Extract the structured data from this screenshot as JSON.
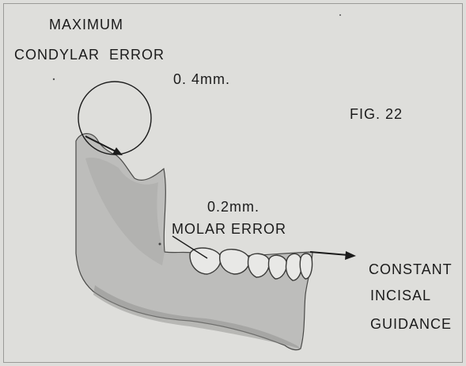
{
  "figure": {
    "fig_label": "FIG. 22",
    "condylar": {
      "line1": "MAXIMUM",
      "line2": "CONDYLAR  ERROR",
      "value": "0. 4mm."
    },
    "molar": {
      "value": "0.2mm.",
      "label": "MOLAR ERROR"
    },
    "incisal": {
      "line1": "CONSTANT",
      "line2": "INCISAL",
      "line3": "GUIDANCE"
    }
  },
  "colors": {
    "background": "#dededb",
    "bone_fill": "#bdbdbb",
    "ink": "#1b1b1b"
  },
  "icons": [
    "mandible-illustration",
    "condyle-arc-circle",
    "condylar-arrow",
    "molar-pointer-line",
    "incisal-arrow"
  ]
}
